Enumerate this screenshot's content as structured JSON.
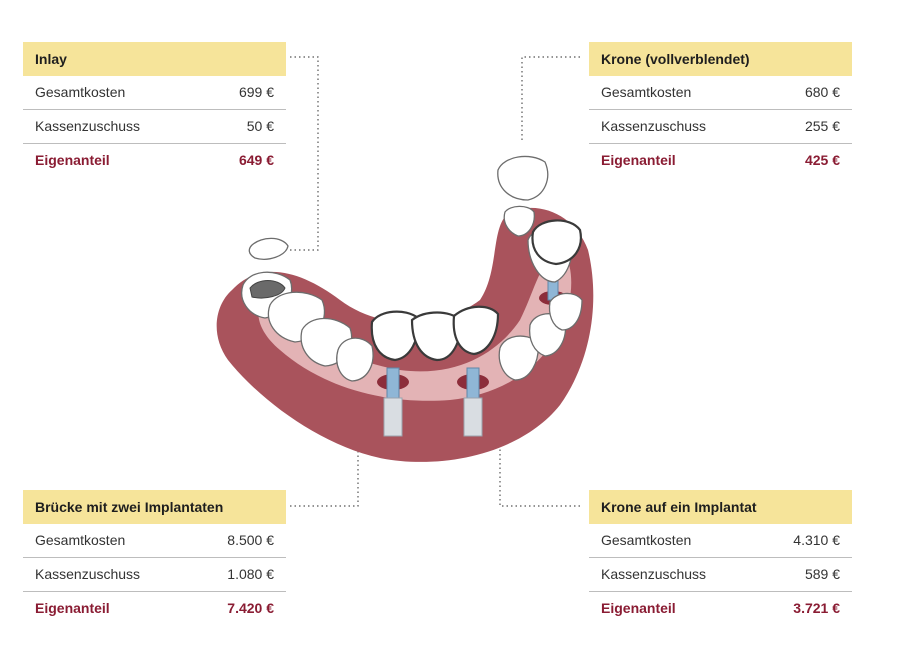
{
  "boxes": {
    "inlay": {
      "title": "Inlay",
      "rows": [
        {
          "label": "Gesamtkosten",
          "value": "699 €"
        },
        {
          "label": "Kassenzuschuss",
          "value": "50 €"
        },
        {
          "label": "Eigenanteil",
          "value": "649 €"
        }
      ]
    },
    "krone": {
      "title": "Krone (vollverblendet)",
      "rows": [
        {
          "label": "Gesamtkosten",
          "value": "680 €"
        },
        {
          "label": "Kassenzuschuss",
          "value": "255 €"
        },
        {
          "label": "Eigenanteil",
          "value": "425 €"
        }
      ]
    },
    "bruecke": {
      "title": "Brücke mit zwei Implantaten",
      "rows": [
        {
          "label": "Gesamtkosten",
          "value": "8.500 €"
        },
        {
          "label": "Kassenzuschuss",
          "value": "1.080 €"
        },
        {
          "label": "Eigenanteil",
          "value": "7.420 €"
        }
      ]
    },
    "implantat": {
      "title": "Krone auf ein Implantat",
      "rows": [
        {
          "label": "Gesamtkosten",
          "value": "4.310 €"
        },
        {
          "label": "Kassenzuschuss",
          "value": "589 €"
        },
        {
          "label": "Eigenanteil",
          "value": "3.721 €"
        }
      ]
    }
  },
  "colors": {
    "header_bg": "#f6e49a",
    "total_text": "#8a1c33",
    "gum": "#a9535c",
    "gum_light": "#e3b3b5",
    "tooth": "#ffffff",
    "implant": "#8fb6d6"
  }
}
